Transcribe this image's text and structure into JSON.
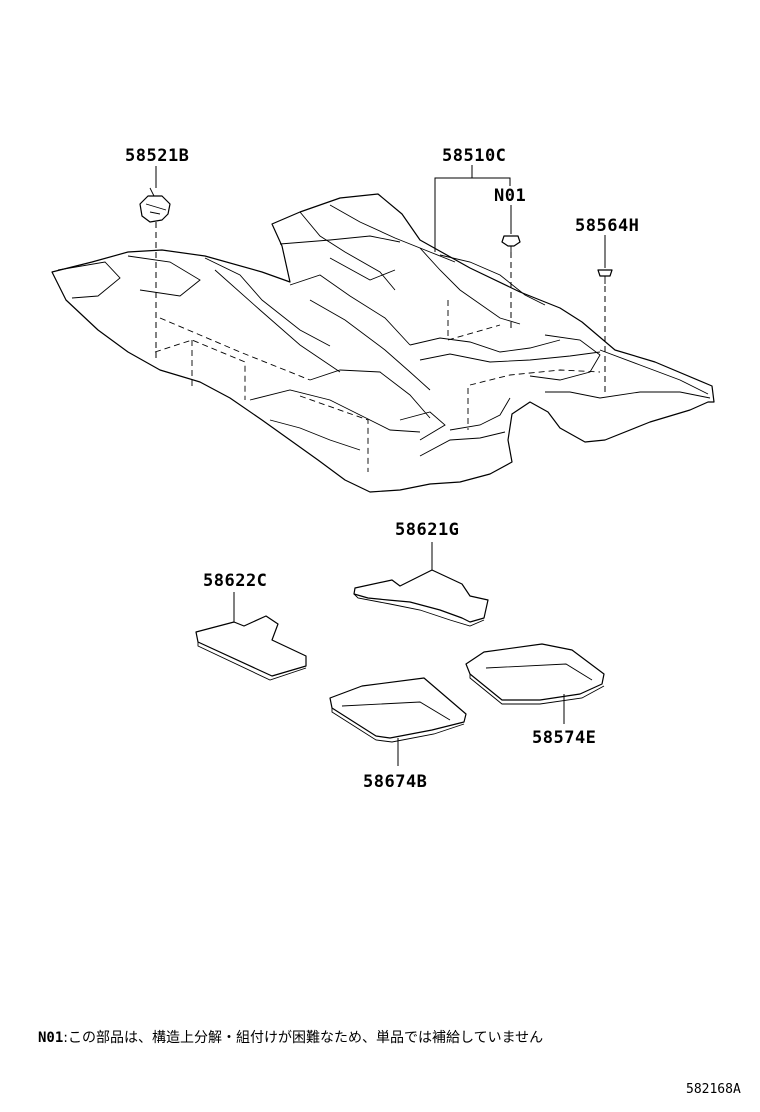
{
  "callouts": {
    "p58521B": "58521B",
    "p58510C": "58510C",
    "pN01": "N01",
    "p58564H": "58564H",
    "p58621G": "58621G",
    "p58622C": "58622C",
    "p58574E": "58574E",
    "p58674B": "58674B"
  },
  "footnote": {
    "code": "N01",
    "text": ":この部品は、構造上分解・組付けが困難なため、単品では補給していません"
  },
  "figure_id": "582168A"
}
